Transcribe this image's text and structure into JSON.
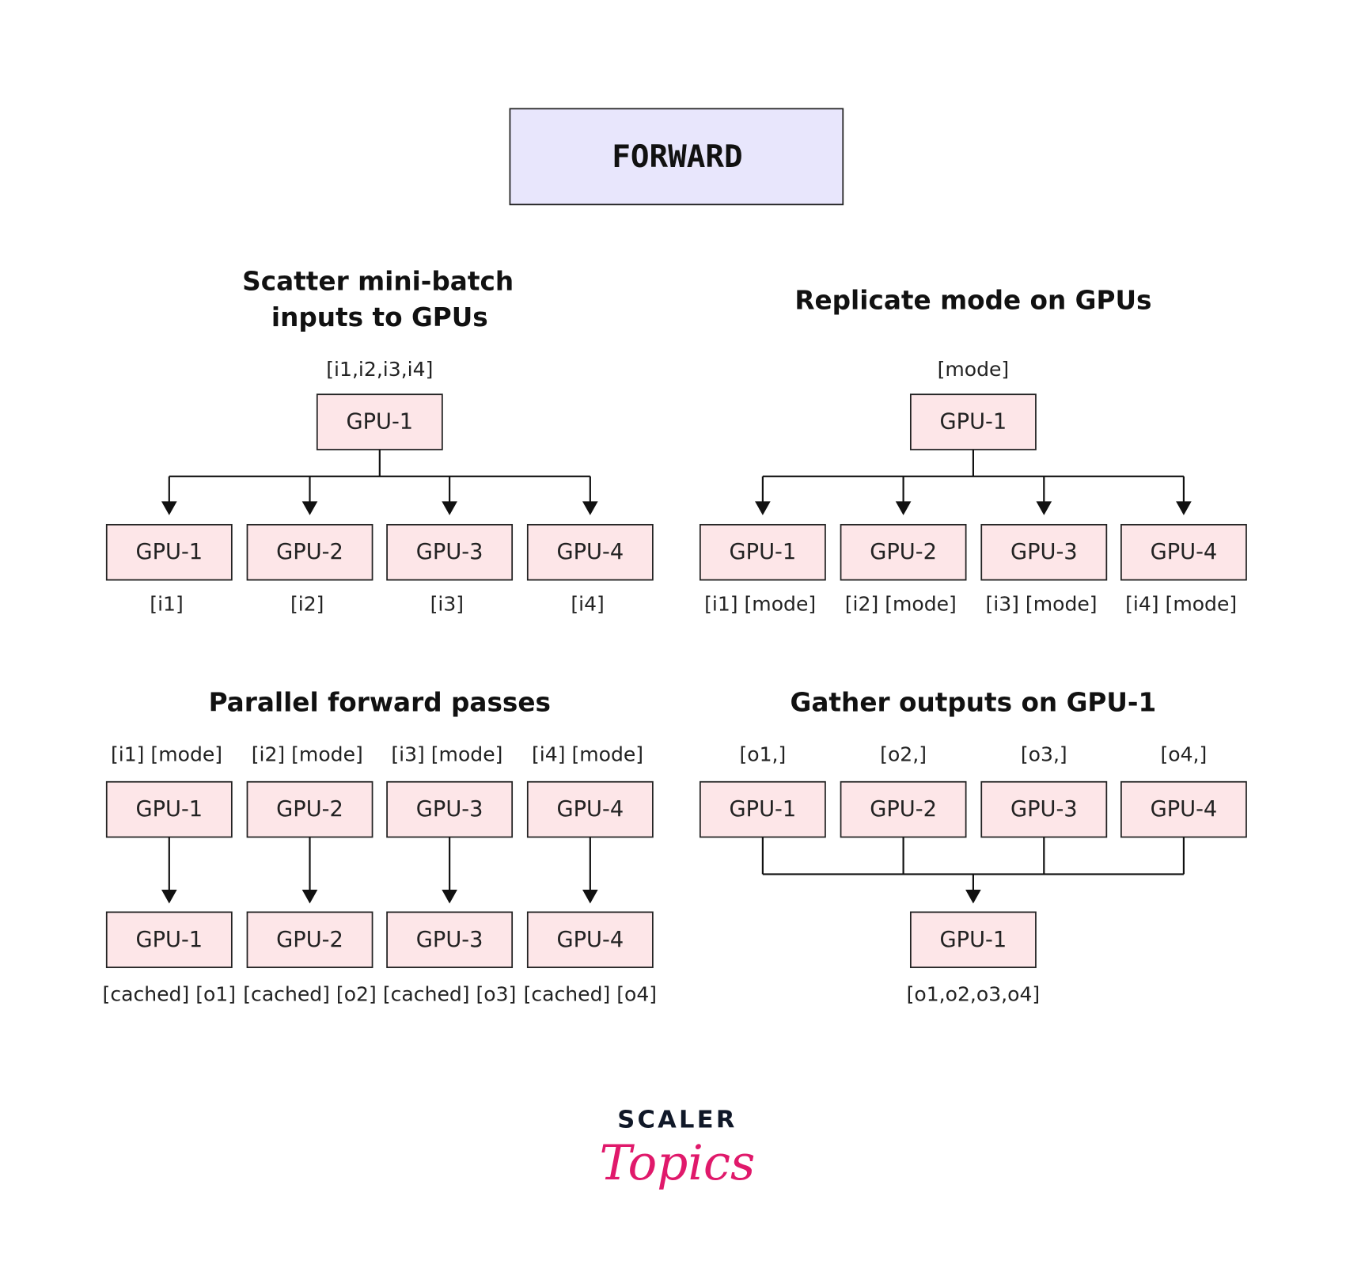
{
  "title": "FORWARD",
  "sections": {
    "scatter": {
      "heading_line1": "Scatter mini-batch",
      "heading_line2": "inputs to GPUs",
      "source_label": "[i1,i2,i3,i4]",
      "source_box": "GPU-1",
      "targets": [
        {
          "box": "GPU-1",
          "label": "[i1]"
        },
        {
          "box": "GPU-2",
          "label": "[i2]"
        },
        {
          "box": "GPU-3",
          "label": "[i3]"
        },
        {
          "box": "GPU-4",
          "label": "[i4]"
        }
      ]
    },
    "replicate": {
      "heading": "Replicate mode on GPUs",
      "source_label": "[mode]",
      "source_box": "GPU-1",
      "targets": [
        {
          "box": "GPU-1",
          "label": "[i1] [mode]"
        },
        {
          "box": "GPU-2",
          "label": "[i2] [mode]"
        },
        {
          "box": "GPU-3",
          "label": "[i3] [mode]"
        },
        {
          "box": "GPU-4",
          "label": "[i4] [mode]"
        }
      ]
    },
    "parallel": {
      "heading": "Parallel forward passes",
      "lanes": [
        {
          "input_label": "[i1] [mode]",
          "top_box": "GPU-1",
          "bottom_box": "GPU-1",
          "output_label": "[cached] [o1]"
        },
        {
          "input_label": "[i2] [mode]",
          "top_box": "GPU-2",
          "bottom_box": "GPU-2",
          "output_label": "[cached] [o2]"
        },
        {
          "input_label": "[i3] [mode]",
          "top_box": "GPU-3",
          "bottom_box": "GPU-3",
          "output_label": "[cached] [o3]"
        },
        {
          "input_label": "[i4] [mode]",
          "top_box": "GPU-4",
          "bottom_box": "GPU-4",
          "output_label": "[cached] [o4]"
        }
      ]
    },
    "gather": {
      "heading": "Gather outputs on GPU-1",
      "sources": [
        {
          "label": "[o1,]",
          "box": "GPU-1"
        },
        {
          "label": "[o2,]",
          "box": "GPU-2"
        },
        {
          "label": "[o3,]",
          "box": "GPU-3"
        },
        {
          "label": "[o4,]",
          "box": "GPU-4"
        }
      ],
      "target_box": "GPU-1",
      "target_label": "[o1,o2,o3,o4]"
    }
  },
  "logo": {
    "line1": "SCALER",
    "line2": "Topics"
  }
}
